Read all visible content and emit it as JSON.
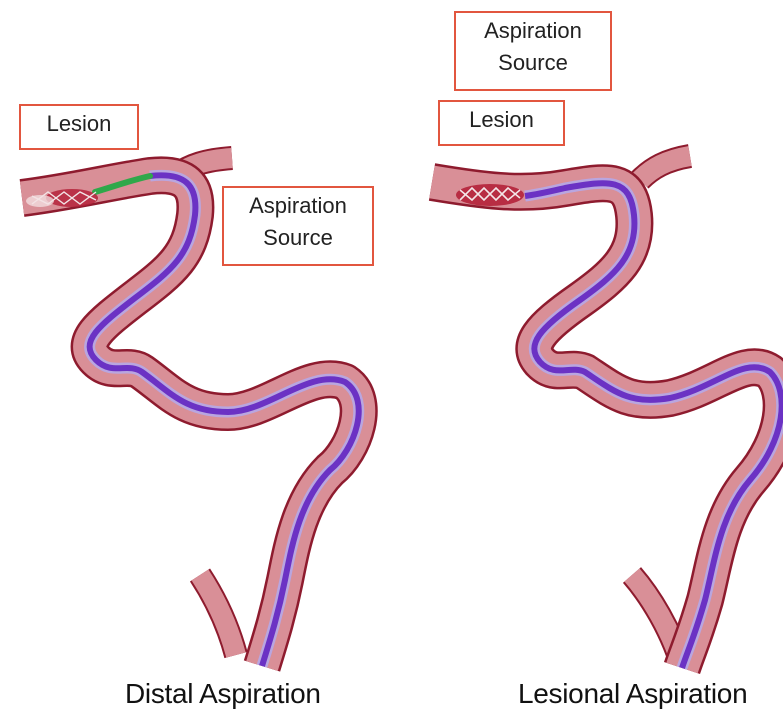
{
  "colors": {
    "vessel_outline": "#8e1b2e",
    "vessel_fill": "#d98f97",
    "catheter": "#6b32c4",
    "catheter_sheath": "#b9a6e0",
    "guidewire_tip": "#2fa84a",
    "callout_border": "#e2563f"
  },
  "left_panel": {
    "callout_lesion": "Lesion",
    "callout_aspiration_line1": "Aspiration",
    "callout_aspiration_line2": "Source",
    "caption": "Distal Aspiration"
  },
  "right_panel": {
    "callout_aspiration_line1": "Aspiration",
    "callout_aspiration_line2": "Source",
    "callout_lesion": "Lesion",
    "caption": "Lesional Aspiration"
  }
}
